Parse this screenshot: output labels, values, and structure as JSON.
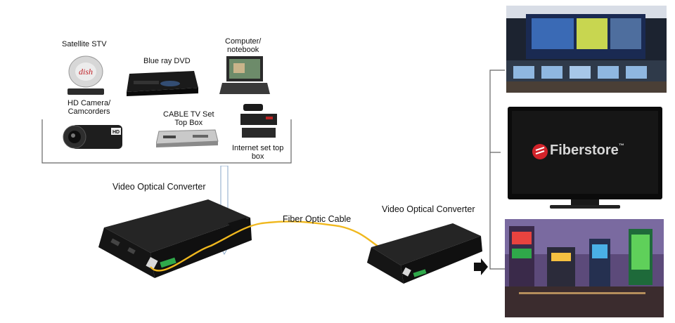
{
  "sources": {
    "satellite": {
      "label": "Satellite STV",
      "brand": "dish"
    },
    "bluray": {
      "label": "Blue ray DVD"
    },
    "computer": {
      "label_line1": "Computer/",
      "label_line2": "notebook"
    },
    "camera": {
      "label_line1": "HD Camera/",
      "label_line2": "Camcorders",
      "badge": "HD"
    },
    "cabletv": {
      "label_line1": "CABLE TV Set",
      "label_line2": "Top Box"
    },
    "internet": {
      "label_line1": "Internet set top",
      "label_line2": "box"
    }
  },
  "left_converter": {
    "label": "Video Optical Converter"
  },
  "cable": {
    "label": "Fiber Optic Cable"
  },
  "right_converter": {
    "label": "Video Optical Converter"
  },
  "displays": {
    "tv_brand": "Fiberstore",
    "tv_brand_mark": "™"
  },
  "colors": {
    "fiber": "#f0b81e",
    "device": "#1b1b1b",
    "port_green": "#2fa84a",
    "brand_red": "#d2232a",
    "arrow": "#b8cee8"
  }
}
